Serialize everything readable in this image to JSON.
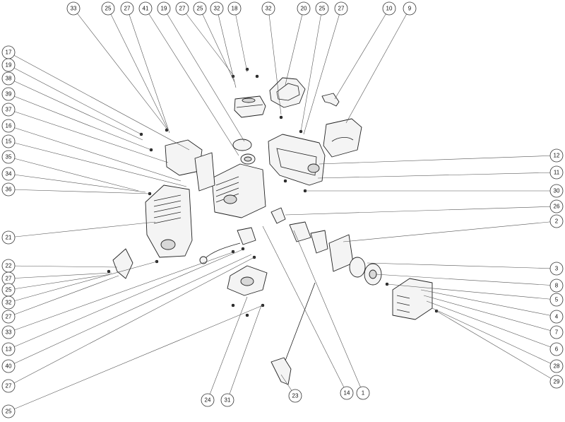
{
  "callouts": {
    "top": [
      "33",
      "25",
      "27",
      "41",
      "19",
      "27",
      "25",
      "32",
      "18",
      "32",
      "20",
      "25",
      "27",
      "10",
      "9"
    ],
    "left": [
      "17",
      "19",
      "38",
      "39",
      "37",
      "16",
      "15",
      "35",
      "34",
      "36",
      "21",
      "22",
      "27",
      "25",
      "32",
      "27",
      "33",
      "13",
      "40",
      "27",
      "25"
    ],
    "bottom": [
      "24",
      "31",
      "23",
      "14",
      "1"
    ],
    "right": [
      "12",
      "11",
      "30",
      "26",
      "2",
      "3",
      "8",
      "5",
      "4",
      "7",
      "6",
      "28",
      "29"
    ]
  }
}
